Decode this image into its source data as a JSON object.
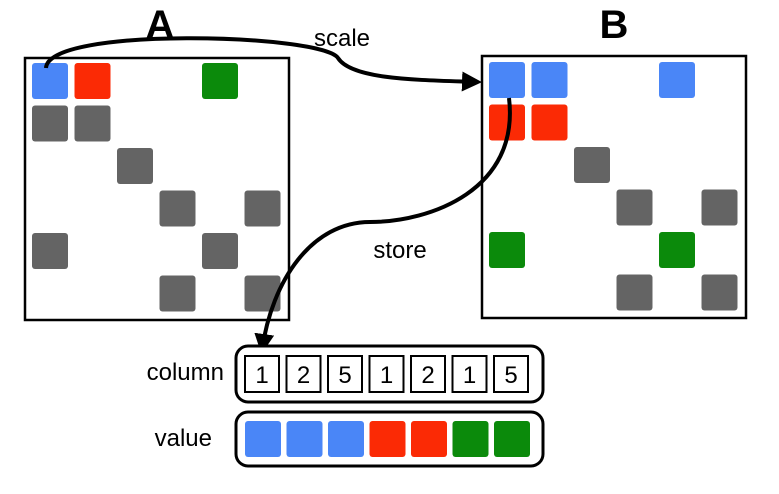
{
  "colors": {
    "blue": "#4a86f7",
    "red": "#fb2a05",
    "green": "#0b8a0b",
    "gray": "#646464"
  },
  "matrix_a": {
    "title": "A",
    "cells": [
      {
        "row": 0,
        "col": 0,
        "color": "blue"
      },
      {
        "row": 0,
        "col": 1,
        "color": "red"
      },
      {
        "row": 0,
        "col": 4,
        "color": "green"
      },
      {
        "row": 1,
        "col": 0,
        "color": "gray"
      },
      {
        "row": 1,
        "col": 1,
        "color": "gray"
      },
      {
        "row": 2,
        "col": 2,
        "color": "gray"
      },
      {
        "row": 3,
        "col": 3,
        "color": "gray"
      },
      {
        "row": 3,
        "col": 5,
        "color": "gray"
      },
      {
        "row": 4,
        "col": 0,
        "color": "gray"
      },
      {
        "row": 4,
        "col": 4,
        "color": "gray"
      },
      {
        "row": 5,
        "col": 3,
        "color": "gray"
      },
      {
        "row": 5,
        "col": 5,
        "color": "gray"
      }
    ]
  },
  "matrix_b": {
    "title": "B",
    "cells": [
      {
        "row": 0,
        "col": 0,
        "color": "blue"
      },
      {
        "row": 0,
        "col": 1,
        "color": "blue"
      },
      {
        "row": 0,
        "col": 4,
        "color": "blue"
      },
      {
        "row": 1,
        "col": 0,
        "color": "red"
      },
      {
        "row": 1,
        "col": 1,
        "color": "red"
      },
      {
        "row": 2,
        "col": 2,
        "color": "gray"
      },
      {
        "row": 3,
        "col": 3,
        "color": "gray"
      },
      {
        "row": 3,
        "col": 5,
        "color": "gray"
      },
      {
        "row": 4,
        "col": 0,
        "color": "green"
      },
      {
        "row": 4,
        "col": 4,
        "color": "green"
      },
      {
        "row": 5,
        "col": 3,
        "color": "gray"
      },
      {
        "row": 5,
        "col": 5,
        "color": "gray"
      }
    ]
  },
  "arrows": {
    "scale_label": "scale",
    "store_label": "store"
  },
  "column": {
    "label": "column",
    "entries": [
      "1",
      "2",
      "5",
      "1",
      "2",
      "1",
      "5"
    ]
  },
  "value": {
    "label": "value",
    "entries": [
      "blue",
      "blue",
      "blue",
      "red",
      "red",
      "green",
      "green"
    ]
  }
}
